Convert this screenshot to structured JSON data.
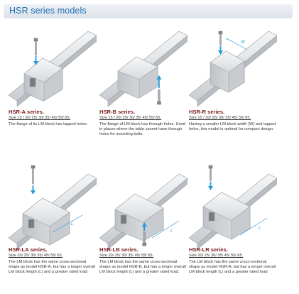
{
  "header": {
    "title": "HSR series models"
  },
  "colors": {
    "title": "#7a1a1a",
    "header_text": "#1d6fb0",
    "arrow": "#2a9ad6"
  },
  "icons": [
    "bolt-icon",
    "arrow-icon",
    "rail-block-icon"
  ],
  "models": [
    {
      "title": "HSR-A series.",
      "size": "Size 15 / 20/ 25/ 30/ 35/ 45/ 55/ 65.",
      "description": "The flange of its LM block has tapped holes."
    },
    {
      "title": "HSR-B series.",
      "size": "Size 15 / 20/ 25/ 30/ 35/ 45/ 55/ 65.",
      "description": "The flange of LM block has through holes. Used in places where the table cannot have through holes for mounting bolts."
    },
    {
      "title": "HSR-R series.",
      "size": "Size 15 / 20/ 25/ 30/ 35/ 45/ 55/ 65.",
      "description": "Having a smaller LM block width (W) and tapped holes, this model is optimal for compact design.",
      "dimension_label": "W"
    },
    {
      "title": "HSR-LA series.",
      "size": "Size 20/ 25/ 30/ 35/ 45/ 55/ 65.",
      "description": "The LM block has the same cross-sectional shape as model HSR-A, but has a longer overall LM block length (L) and a greater rated load",
      "dimension_label": "L"
    },
    {
      "title": "HSR-LB series.",
      "size": "Size 20/ 25/ 30/ 35/ 45/ 55/ 65.",
      "description": "The LM block has the same cross-sectional shape as model HSR-B, but has a longer overall LM block length (L) and a greater rated load.",
      "dimension_label": "L"
    },
    {
      "title": "HSR-LR series.",
      "size": "Size 20/ 25/ 30/ 35/ 45/ 55/ 65.",
      "description": "The LM block has the same cross-sectional shape as model HSR-R, but has a longer overall LM block length (L) and a greater rated load",
      "dimension_label": "L"
    }
  ]
}
